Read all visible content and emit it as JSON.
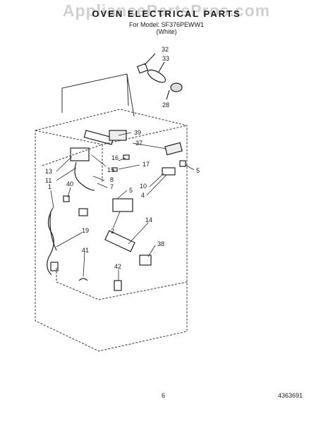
{
  "watermark": "AppliancePartsPros.com",
  "title": "OVEN ELECTRICAL PARTS",
  "subtitle_line1": "For Model: SF376PEWW1",
  "subtitle_line2": "(White)",
  "page_number": "6",
  "document_number": "4363691",
  "callouts": [
    "32",
    "33",
    "28",
    "39",
    "37",
    "16",
    "17",
    "13",
    "15",
    "11",
    "8",
    "40",
    "7",
    "5",
    "1",
    "10",
    "4",
    "5",
    "2",
    "14",
    "19",
    "38",
    "41",
    "42"
  ]
}
